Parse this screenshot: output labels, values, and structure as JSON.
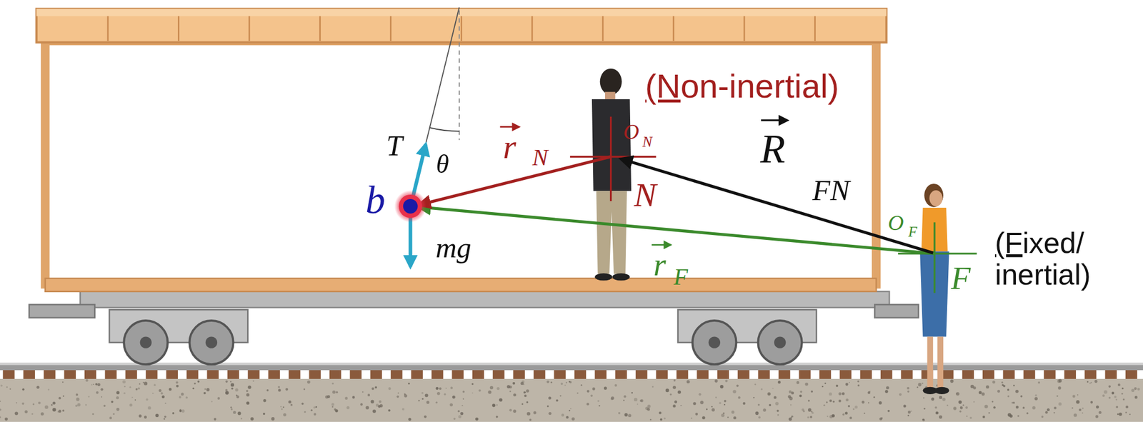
{
  "diagram": {
    "labels": [
      "(Non-inertial)",
      "T",
      "r",
      "N",
      "O",
      "N",
      "θ",
      "R",
      "FN",
      "N",
      "b",
      "O",
      "F",
      "(Fixed/ inertial)",
      "mg",
      "r",
      "F",
      "F"
    ]
  }
}
